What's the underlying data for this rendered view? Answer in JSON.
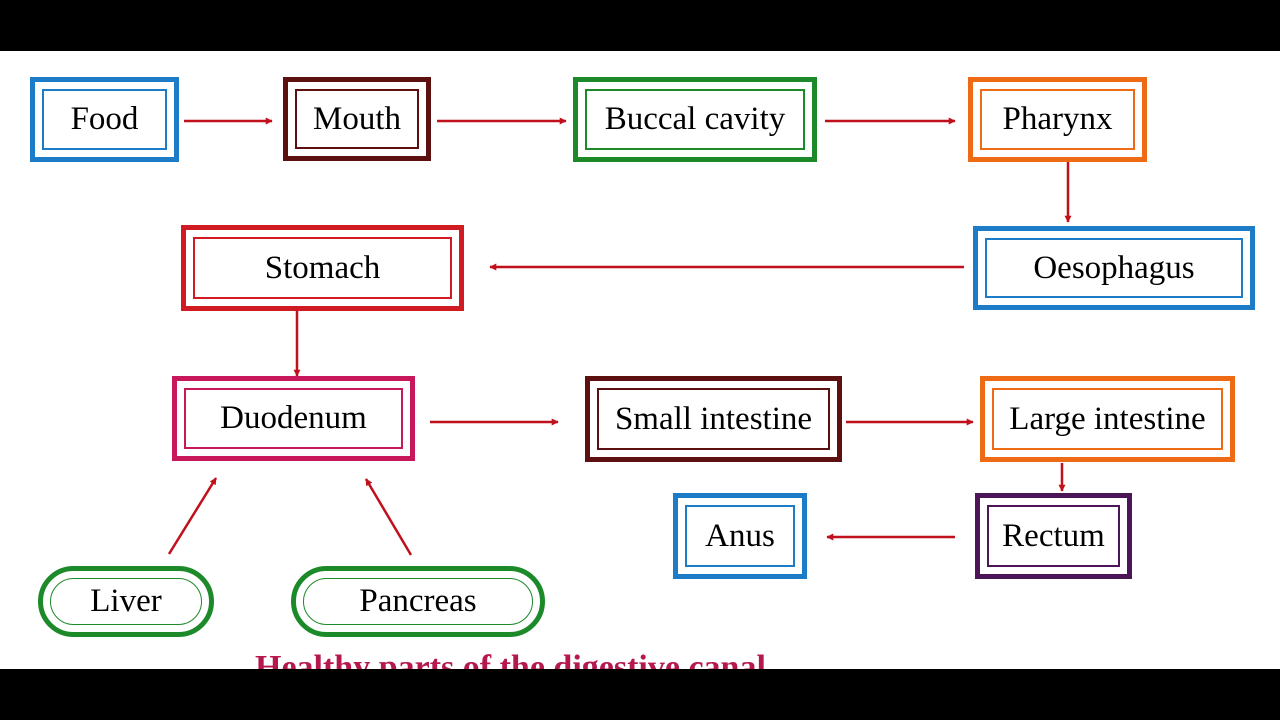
{
  "nodes": {
    "food": {
      "label": "Food",
      "color": "#1c7cc7"
    },
    "mouth": {
      "label": "Mouth",
      "color": "#5c1010"
    },
    "buccal": {
      "label": "Buccal cavity",
      "color": "#1d8a2a"
    },
    "pharynx": {
      "label": "Pharynx",
      "color": "#ee6a15"
    },
    "oesophagus": {
      "label": "Oesophagus",
      "color": "#1c7cc7"
    },
    "stomach": {
      "label": "Stomach",
      "color": "#d11b22"
    },
    "duodenum": {
      "label": "Duodenum",
      "color": "#c8185c"
    },
    "small_intestine": {
      "label": "Small intestine",
      "color": "#5c1010"
    },
    "large_intestine": {
      "label": "Large intestine",
      "color": "#ee6a15"
    },
    "rectum": {
      "label": "Rectum",
      "color": "#4b1556"
    },
    "anus": {
      "label": "Anus",
      "color": "#1c7cc7"
    },
    "liver": {
      "label": "Liver",
      "color": "#1d8a2a"
    },
    "pancreas": {
      "label": "Pancreas",
      "color": "#1d8a2a"
    }
  },
  "edges": [
    [
      "food",
      "mouth"
    ],
    [
      "mouth",
      "buccal"
    ],
    [
      "buccal",
      "pharynx"
    ],
    [
      "pharynx",
      "oesophagus"
    ],
    [
      "oesophagus",
      "stomach"
    ],
    [
      "stomach",
      "duodenum"
    ],
    [
      "duodenum",
      "small_intestine"
    ],
    [
      "small_intestine",
      "large_intestine"
    ],
    [
      "large_intestine",
      "rectum"
    ],
    [
      "rectum",
      "anus"
    ],
    [
      "liver",
      "duodenum"
    ],
    [
      "pancreas",
      "duodenum"
    ]
  ],
  "arrow_color": "#c0101c",
  "caption": "Healthy parts of the digestive canal"
}
